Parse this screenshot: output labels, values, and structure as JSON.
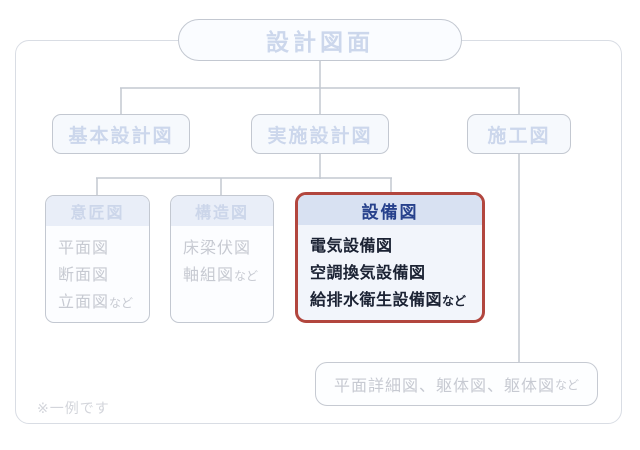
{
  "diagram": {
    "root": {
      "label": "設計図面"
    },
    "level2": [
      {
        "label": "基本設計図"
      },
      {
        "label": "実施設計図"
      },
      {
        "label": "施工図"
      }
    ],
    "categories": [
      {
        "label": "意匠図",
        "highlighted": false,
        "items": [
          {
            "text": "平面図",
            "suffix": ""
          },
          {
            "text": "断面図",
            "suffix": ""
          },
          {
            "text": "立面図",
            "suffix": "など"
          }
        ]
      },
      {
        "label": "構造図",
        "highlighted": false,
        "items": [
          {
            "text": "床梁伏図",
            "suffix": ""
          },
          {
            "text": "軸組図",
            "suffix": "など"
          }
        ]
      },
      {
        "label": "設備図",
        "highlighted": true,
        "items": [
          {
            "text": "電気設備図",
            "suffix": ""
          },
          {
            "text": "空調換気設備図",
            "suffix": ""
          },
          {
            "text": "給排水衛生設備図",
            "suffix": "など"
          }
        ]
      }
    ],
    "construction_examples": {
      "text": "平面詳細図、躯体図、躯体図",
      "suffix": "など"
    },
    "footnote": "※一例です"
  },
  "colors": {
    "connector_line": "#c3c8d1",
    "frame_border": "#d9dde4",
    "node_border": "#c3c8d1",
    "node_background": "#f6f9fd",
    "faded_text": "#ccd7ec",
    "category_header_background": "#e9eef8",
    "muted_item_text": "#c7cad2",
    "highlight_border": "#b2463e",
    "highlight_header_background": "#d8e1f2",
    "highlight_header_text": "#27418c",
    "highlight_item_text": "#1b2233",
    "footnote_text": "#d3d5db"
  }
}
